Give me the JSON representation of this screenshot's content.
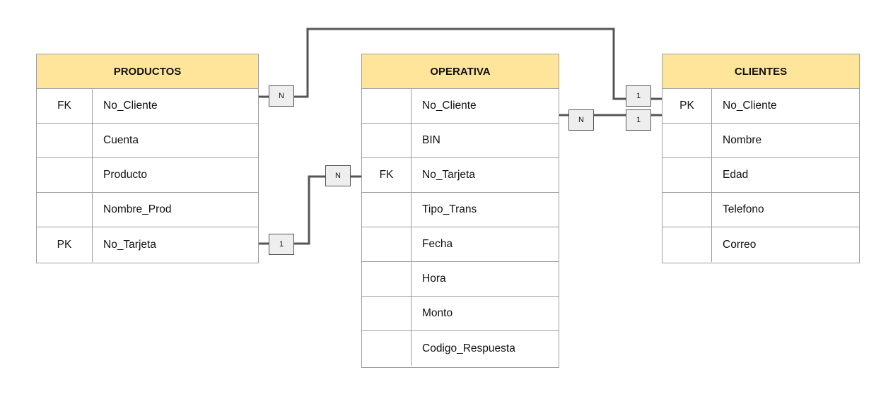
{
  "entities": {
    "productos": {
      "title": "PRODUCTOS",
      "rows": [
        {
          "key": "FK",
          "field": "No_Cliente"
        },
        {
          "key": "",
          "field": "Cuenta"
        },
        {
          "key": "",
          "field": "Producto"
        },
        {
          "key": "",
          "field": "Nombre_Prod"
        },
        {
          "key": "PK",
          "field": "No_Tarjeta"
        }
      ]
    },
    "operativa": {
      "title": "OPERATIVA",
      "rows": [
        {
          "key": "",
          "field": "No_Cliente"
        },
        {
          "key": "",
          "field": "BIN"
        },
        {
          "key": "FK",
          "field": "No_Tarjeta"
        },
        {
          "key": "",
          "field": "Tipo_Trans"
        },
        {
          "key": "",
          "field": "Fecha"
        },
        {
          "key": "",
          "field": "Hora"
        },
        {
          "key": "",
          "field": "Monto"
        },
        {
          "key": "",
          "field": "Codigo_Respuesta"
        }
      ]
    },
    "clientes": {
      "title": "CLIENTES",
      "rows": [
        {
          "key": "PK",
          "field": "No_Cliente"
        },
        {
          "key": "",
          "field": "Nombre"
        },
        {
          "key": "",
          "field": "Edad"
        },
        {
          "key": "",
          "field": "Telefono"
        },
        {
          "key": "",
          "field": "Correo"
        }
      ]
    }
  },
  "relationships": {
    "productos_clientes": {
      "from": "N",
      "to": "1"
    },
    "productos_operativa": {
      "from": "1",
      "to": "N"
    },
    "operativa_clientes": {
      "from": "N",
      "to": "1"
    }
  },
  "colors": {
    "header": "#ffe599",
    "border": "#9e9e9e",
    "connector": "#555555",
    "card_fill": "#eeeeee"
  }
}
